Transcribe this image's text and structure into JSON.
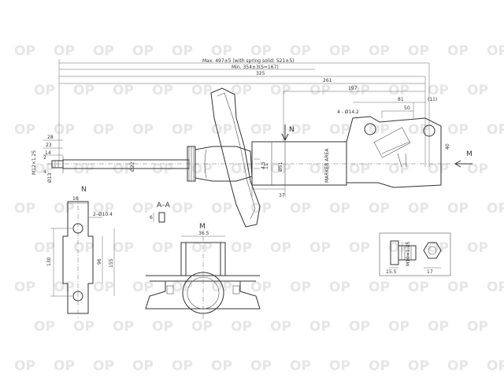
{
  "watermark": {
    "text": "OP"
  },
  "overall": {
    "max_length": "Max. 497±5 (with spring solid: 521±5)",
    "min_length": "Min. 354±3(S=167)"
  },
  "dims": {
    "d325": "325",
    "d261": "261",
    "d197": "197",
    "d81": "81",
    "d50": "50",
    "d11": "(11)",
    "d40": "40",
    "holes": "4 - Ø14.2",
    "d28": "28",
    "d23": "23",
    "d14": "14",
    "d2": "2",
    "d4": "4",
    "m12": "M12×1.25",
    "d13": "Ø13",
    "d22": "Ø22",
    "d51": "Ø51",
    "d37": "37",
    "d11b": "11",
    "d4_5": "4.5"
  },
  "labels": {
    "view_n_top": "N",
    "view_m_arrow": "M",
    "mark_area": "MARKER AREA",
    "view_n": "N",
    "view_aa": "A–A",
    "view_m": "M"
  },
  "view_n_dims": {
    "d16": "16",
    "hole": "2–Ø10.4",
    "d130": "130",
    "d96": "96",
    "d155": "155"
  },
  "section_aa_dims": {
    "d6": "6"
  },
  "view_m_dims": {
    "d36_5": "36.5"
  },
  "bolt_dims": {
    "d15_5": "15.5",
    "m10": "M10×1.25",
    "d17": "17"
  }
}
